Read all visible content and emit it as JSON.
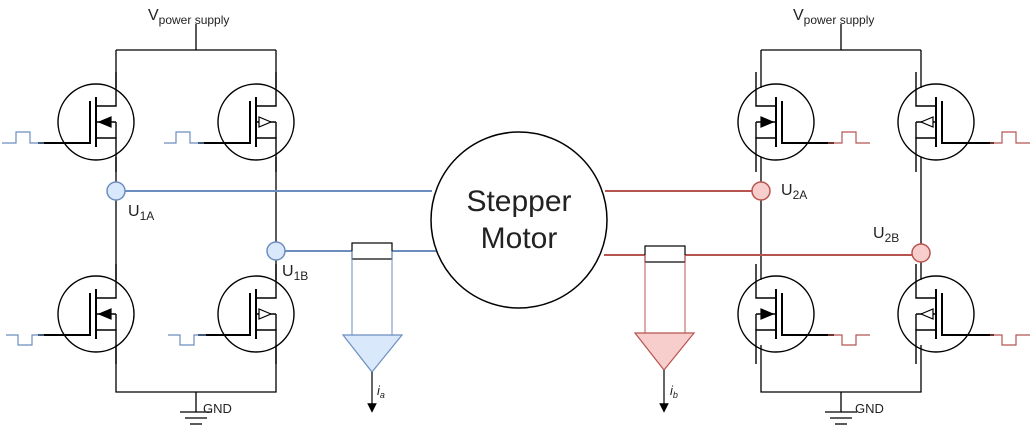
{
  "colors": {
    "wire": "#000000",
    "blue": "#6c8ebf",
    "blue_fill": "#dae8fc",
    "red": "#b85450",
    "red_fill": "#f8cecc"
  },
  "labels": {
    "vpower_main": "V",
    "vpower_sub": "power supply",
    "gnd": "GND",
    "u_letter": "U",
    "u1a_sub": "1A",
    "u1b_sub": "1B",
    "u2a_sub": "2A",
    "u2b_sub": "2B",
    "motor_line1": "Stepper",
    "motor_line2": "Motor",
    "ia_main": "i",
    "ia_sub": "a",
    "ib_main": "i",
    "ib_sub": "b"
  },
  "components": {
    "transistor_icon": "mosfet-symbol",
    "ground_icon": "ground-symbol",
    "shunt_icon": "resistor-symbol",
    "amplifier_icon": "triangle-amplifier"
  }
}
